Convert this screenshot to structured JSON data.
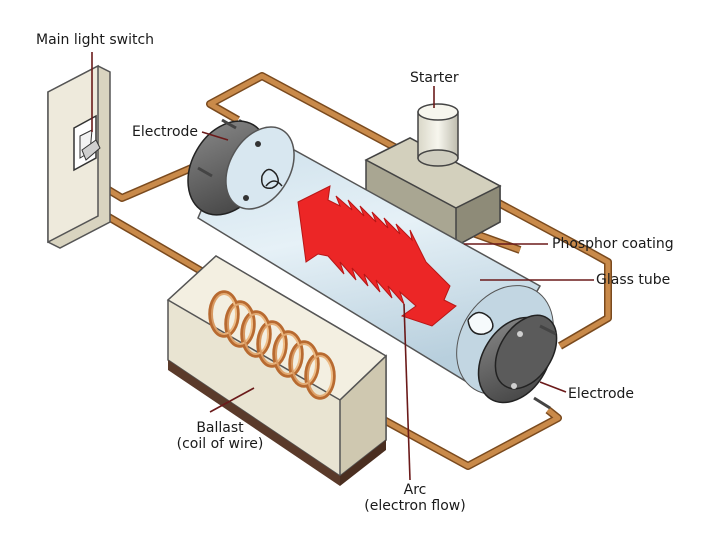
{
  "labels": {
    "main_switch": "Main light switch",
    "starter": "Starter",
    "electrode_left": "Electrode",
    "phosphor": "Phosphor coating",
    "glass_tube": "Glass tube",
    "electrode_right": "Electrode",
    "ballast_line1": "Ballast",
    "ballast_line2": "(coil of wire)",
    "arc_line1": "Arc",
    "arc_line2": "(electron flow)"
  },
  "colors": {
    "wire": "#c98a4a",
    "wire_edge": "#7a4a1e",
    "tube": "#d3e4ee",
    "metal": "#6d6d6d",
    "ballast_box": "#e9e4d2",
    "arc": "#ec2626",
    "leader": "#6b1a1a"
  }
}
